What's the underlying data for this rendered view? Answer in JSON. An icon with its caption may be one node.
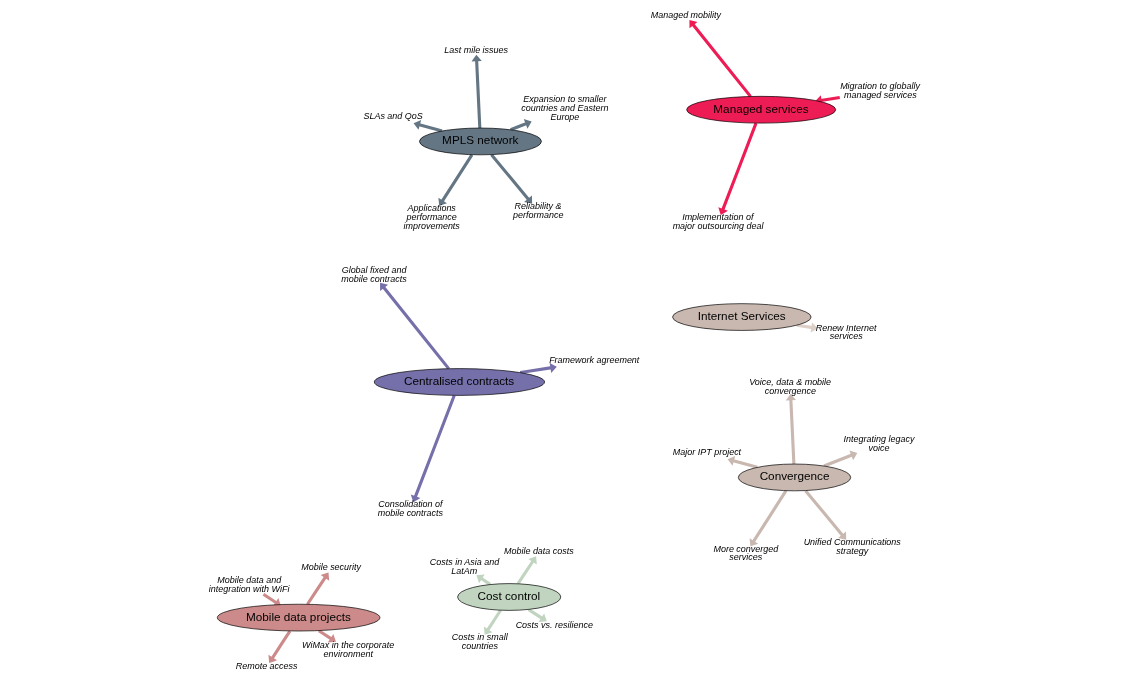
{
  "diagram": {
    "nodes": [
      {
        "text": [
          "Managed services"
        ]
      },
      {
        "text": [
          "Migration to globally managed services"
        ]
      },
      {
        "text": [
          "Implementation of major outsourcing deal"
        ]
      },
      {
        "text": [
          "Managed mobility"
        ]
      },
      {
        "text": [
          "Internet Services"
        ]
      },
      {
        "text": [
          "Renew Internet services"
        ]
      },
      {
        "text": [
          "Centralised contracts"
        ]
      },
      {
        "text": [
          "Framework agreement"
        ]
      },
      {
        "text": [
          "Consolidation of mobile contracts"
        ]
      },
      {
        "text": [
          "Global fixed and mobile contracts"
        ]
      },
      {
        "text": [
          "Mobile data projects"
        ]
      },
      {
        "text": [
          "WiMax in the corporate environment"
        ]
      },
      {
        "text": [
          "Remote access"
        ]
      },
      {
        "text": [
          "Mobile data and integration with WiFi"
        ]
      },
      {
        "text": [
          "Mobile security"
        ]
      },
      {
        "text": [
          "MPLS network"
        ]
      },
      {
        "text": [
          "Reliability & performance"
        ]
      },
      {
        "text": [
          "Applications performance improvements"
        ]
      },
      {
        "text": [
          "SLAs and QoS"
        ]
      },
      {
        "text": [
          "Expansion to smaller countries and Eastern Europe"
        ]
      },
      {
        "text": [
          "Last mile issues"
        ]
      },
      {
        "text": [
          "Convergence"
        ]
      },
      {
        "text": [
          "Unified Communications strategy"
        ]
      },
      {
        "text": [
          "More converged services"
        ]
      },
      {
        "text": [
          "Major IPT project"
        ]
      },
      {
        "text": [
          "Integrating legacy voice"
        ]
      },
      {
        "text": [
          "Voice, data & mobile convergence"
        ]
      },
      {
        "text": [
          "Cost control"
        ]
      },
      {
        "text": [
          "Costs vs. resilience"
        ]
      },
      {
        "text": [
          "Costs in small countries"
        ]
      },
      {
        "text": [
          "Costs in Asia and LatAm"
        ]
      },
      {
        "text": [
          "Mobile data costs"
        ]
      }
    ],
    "edges": [
      {
        "from": 1,
        "to": 0,
        "arrow": "to",
        "color": "#ee1c55"
      },
      {
        "from": 0,
        "to": 2,
        "arrow": "to",
        "color": "#ee1c55"
      },
      {
        "from": 0,
        "to": 3,
        "arrow": "to",
        "color": "#ee1c55"
      },
      {
        "from": 4,
        "to": 5,
        "arrow": "to",
        "color": "#ddd0c8"
      },
      {
        "from": 6,
        "to": 7,
        "arrow": "to",
        "color": "#7570aa"
      },
      {
        "from": 6,
        "to": 8,
        "arrow": "to",
        "color": "#7570aa"
      },
      {
        "from": 6,
        "to": 9,
        "arrow": "to",
        "color": "#7570aa"
      },
      {
        "from": 10,
        "to": 11,
        "arrow": "to",
        "color": "#cc8a8a"
      },
      {
        "from": 10,
        "to": 12,
        "arrow": "to",
        "color": "#cc8a8a"
      },
      {
        "from": 13,
        "to": 10,
        "arrow": "to",
        "color": "#cc8a8a"
      },
      {
        "from": 10,
        "to": 14,
        "arrow": "to",
        "color": "#cc8a8a"
      },
      {
        "from": 15,
        "to": 16,
        "arrow": "to",
        "color": "#647684"
      },
      {
        "from": 15,
        "to": 17,
        "arrow": "to",
        "color": "#647684"
      },
      {
        "from": 15,
        "to": 18,
        "arrow": "to",
        "color": "#647684"
      },
      {
        "from": 15,
        "to": 19,
        "arrow": "to",
        "color": "#647684"
      },
      {
        "from": 15,
        "to": 20,
        "arrow": "to",
        "color": "#647684"
      },
      {
        "from": 21,
        "to": 22,
        "arrow": "to",
        "color": "#c8b8b0"
      },
      {
        "from": 21,
        "to": 23,
        "arrow": "to",
        "color": "#c8b8b0"
      },
      {
        "from": 21,
        "to": 24,
        "arrow": "to",
        "color": "#c8b8b0"
      },
      {
        "from": 21,
        "to": 25,
        "arrow": "to",
        "color": "#c8b8b0"
      },
      {
        "from": 21,
        "to": 26,
        "arrow": "to",
        "color": "#c8b8b0"
      },
      {
        "from": 27,
        "to": 28,
        "arrow": "to",
        "color": "#c0d4c0"
      },
      {
        "from": 27,
        "to": 29,
        "arrow": "to",
        "color": "#c0d4c0"
      },
      {
        "from": 27,
        "to": 30,
        "arrow": "to",
        "color": "#c0d4c0"
      },
      {
        "from": 27,
        "to": 31,
        "arrow": "to",
        "color": "#c0d4c0"
      }
    ]
  }
}
